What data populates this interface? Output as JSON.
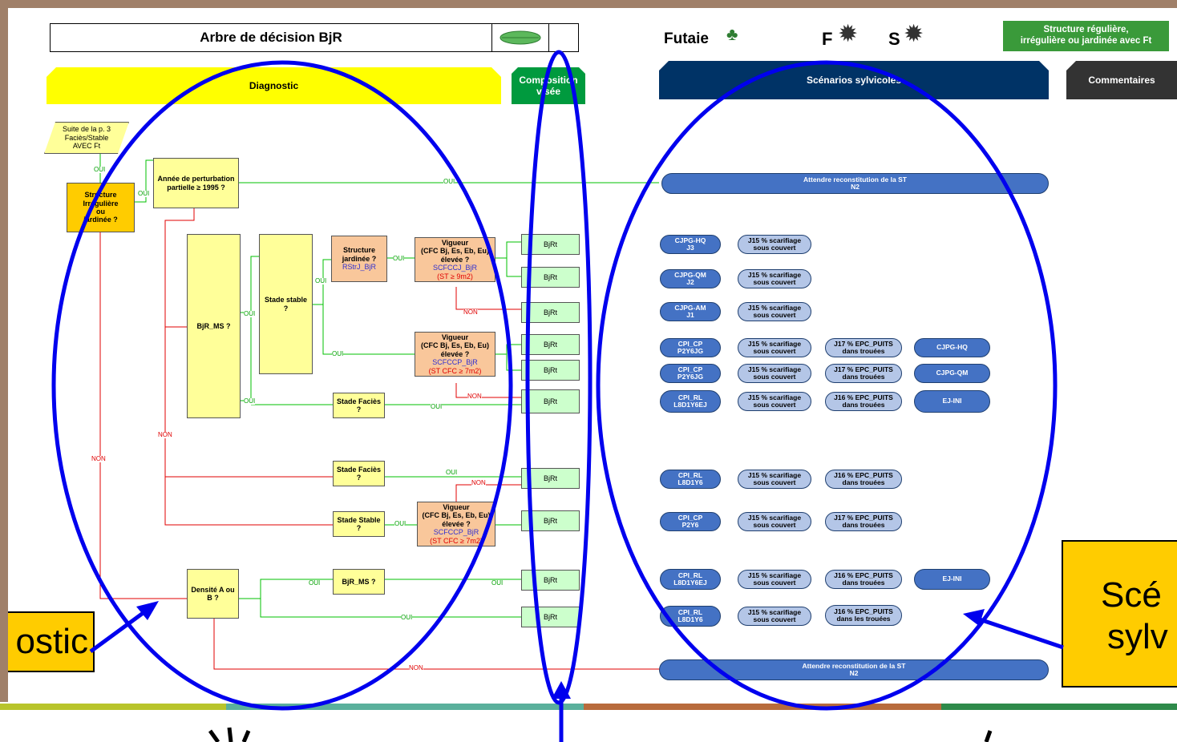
{
  "header": {
    "title": "Arbre de décision BjR",
    "futaie": "Futaie",
    "f_letter": "F",
    "s_letter": "S",
    "structure_box": "Structure régulière,\nirrégulière ou jardinée avec Ft"
  },
  "sections": {
    "diagnostic": "Diagnostic",
    "composition": "Composition\nvisée",
    "scenarios": "Scénarios sylvicoles",
    "commentaires": "Commentaires"
  },
  "nodes": {
    "suite": "Suite de la p. 3\nFaciès/Stable\nAVEC Ft",
    "structure_irr": "Structure\nIrrégulière\nou\njardinée ?",
    "annee": "Année de perturbation\npartielle ≥ 1995  ?",
    "bjr_ms": "BjR_MS ?",
    "stade_stable": "Stade stable\n?",
    "structure_jard": "Structure\njardinée ?",
    "structure_jard_code": "RStrJ_BjR",
    "vigueur1": "Vigueur\n(CFC Bj, Es, Eb, Eu)\nélevée ?",
    "vigueur1_code": "SCFCCJ_BjR",
    "vigueur1_cond": "(ST ≥ 9m2)",
    "vigueur2": "Vigueur\n(CFC Bj, Es, Eb, Eu)\nélevée ?",
    "vigueur2_code": "SCFCCP_BjR",
    "vigueur2_cond": "(ST CFC ≥ 7m2)",
    "stade_facies1": "Stade Faciès\n?",
    "stade_facies2": "Stade Faciès\n?",
    "stade_stable2": "Stade Stable\n?",
    "vigueur3": "Vigueur\n(CFC Bj, Es, Eb, Eu)\nélevée  ?",
    "vigueur3_code": "SCFCCP_BjR",
    "vigueur3_cond": "(ST CFC ≥ 7m2)",
    "densite": "Densité A ou\nB ?",
    "bjr_ms2": "BjR_MS ?"
  },
  "compositions": [
    "BjRt",
    "BjRt",
    "BjRt",
    "BjRt",
    "BjRt",
    "BjRt",
    "BjRt",
    "BjRt",
    "BjRt",
    "BjRt"
  ],
  "scenarios": {
    "attendre1": "Attendre reconstitution de la ST\nN2",
    "attendre2": "Attendre reconstitution de la ST\nN2",
    "rows": [
      [
        "CJPG-HQ\nJ3",
        "J15 % scarifiage\nsous couvert"
      ],
      [
        "CJPG-QM\nJ2",
        "J15 % scarifiage\nsous couvert"
      ],
      [
        "CJPG-AM\nJ1",
        "J15 % scarifiage\nsous couvert"
      ],
      [
        "CPI_CP\nP2Y6JG",
        "J15 % scarifiage\nsous couvert",
        "J17 % EPC_PUITS\ndans trouées",
        "CJPG-HQ"
      ],
      [
        "CPI_CP\nP2Y6JG",
        "J15 % scarifiage\nsous couvert",
        "J17 % EPC_PUITS\ndans trouées",
        "CJPG-QM"
      ],
      [
        "CPI_RL\nL8D1Y6EJ",
        "J15 % scarifiage\nsous couvert",
        "J16 % EPC_PUITS\ndans trouées",
        "EJ-INI"
      ],
      [
        "CPI_RL\nL8D1Y6",
        "J15 % scarifiage\nsous couvert",
        "J16 % EPC_PUITS\ndans trouées"
      ],
      [
        "CPI_CP\nP2Y6",
        "J15 % scarifiage\nsous couvert",
        "J17 % EPC_PUITS\ndans trouées"
      ],
      [
        "CPI_RL\nL8D1Y6EJ",
        "J15 % scarifiage\nsous couvert",
        "J16 % EPC_PUITS\ndans trouées",
        "EJ-INI"
      ],
      [
        "CPI_RL\nL8D1Y6",
        "J15 % scarifiage\nsous couvert",
        "J16 % EPC_PUITS\ndans les trouées"
      ]
    ]
  },
  "labels": {
    "oui": "OUI",
    "non": "NON"
  },
  "callouts": {
    "left": "ostic",
    "right1": "Scé",
    "right2": "sylv"
  },
  "colors": {
    "yellow": "#ffff99",
    "orange": "#ffcc00",
    "salmon": "#f9c79b",
    "green_box": "#ccffcc",
    "dark_blue": "#003366",
    "pill_dark": "#4472c4",
    "pill_light": "#b4c6e7",
    "ellipse": "#0000ee",
    "green_header": "#3a9a3a"
  }
}
